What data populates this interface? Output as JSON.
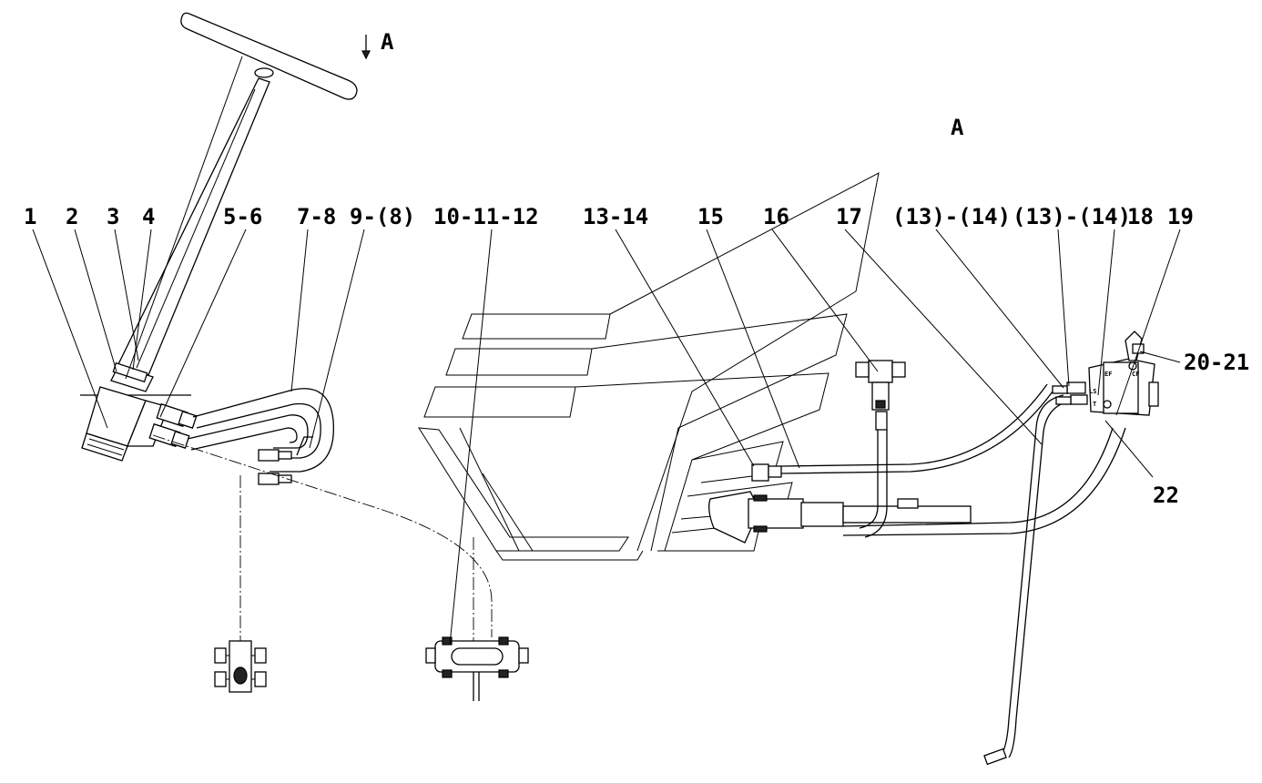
{
  "view": {
    "arrow_label": "A",
    "view_label": "A"
  },
  "callouts": [
    "1",
    "2",
    "3",
    "4",
    "5-6",
    "7-8",
    "9-(8)",
    "10-11-12",
    "13-14",
    "15",
    "16",
    "17",
    "(13)-(14)",
    "(13)-(14)",
    "18",
    "19",
    "20-21",
    "22"
  ],
  "valve_ports": {
    "port_cf": "CF",
    "port_ls": "LS",
    "port_t": "T",
    "port_ef": "EF"
  }
}
